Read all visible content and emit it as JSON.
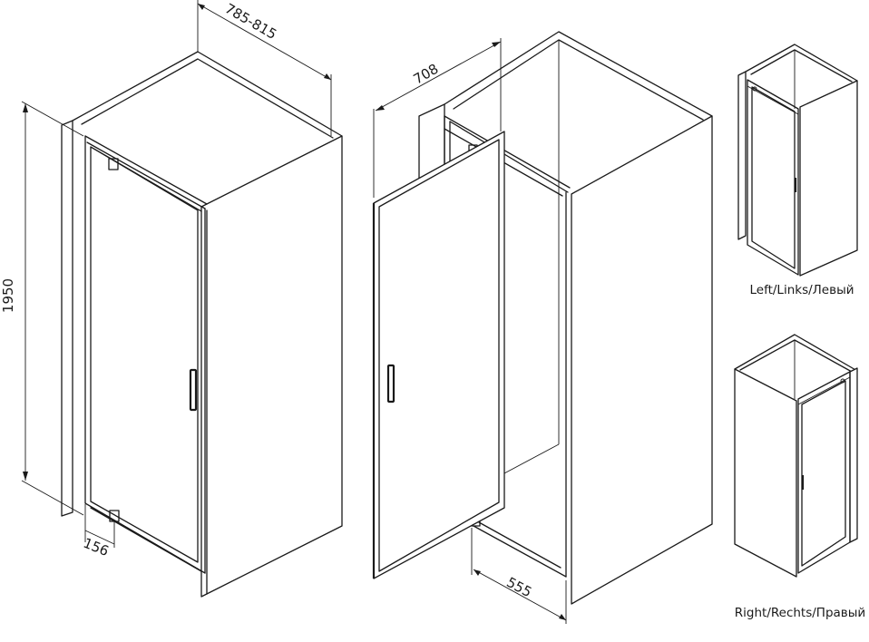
{
  "dimensions": {
    "width_range": "785-815",
    "height": "1950",
    "offset": "156",
    "door_width": "708",
    "opening": "555"
  },
  "captions": {
    "left": "Left/Links/Левый",
    "right": "Right/Rechts/Правый"
  },
  "colors": {
    "line": "#1a1a1a",
    "background": "#ffffff"
  }
}
